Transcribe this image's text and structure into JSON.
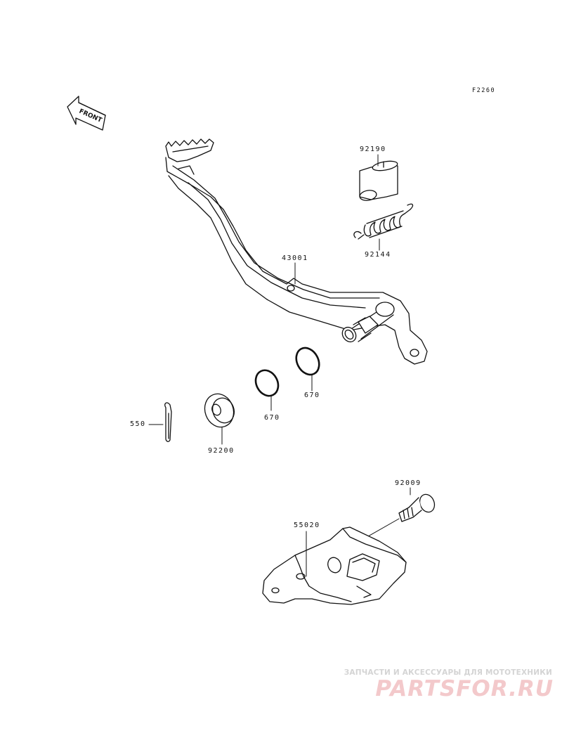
{
  "diagram": {
    "code": "F2260",
    "front_label": "FRONT",
    "parts": [
      {
        "id": "p-92190",
        "number": "92190"
      },
      {
        "id": "p-92144",
        "number": "92144"
      },
      {
        "id": "p-43001",
        "number": "43001"
      },
      {
        "id": "p-670a",
        "number": "670"
      },
      {
        "id": "p-670b",
        "number": "670"
      },
      {
        "id": "p-550",
        "number": "550"
      },
      {
        "id": "p-92200",
        "number": "92200"
      },
      {
        "id": "p-92009",
        "number": "92009"
      },
      {
        "id": "p-55020",
        "number": "55020"
      }
    ]
  },
  "watermark": {
    "tagline": "ЗАПЧАСТИ И АКСЕССУАРЫ ДЛЯ МОТОТЕХНИКИ",
    "brand": "PARTSFOR.RU"
  }
}
